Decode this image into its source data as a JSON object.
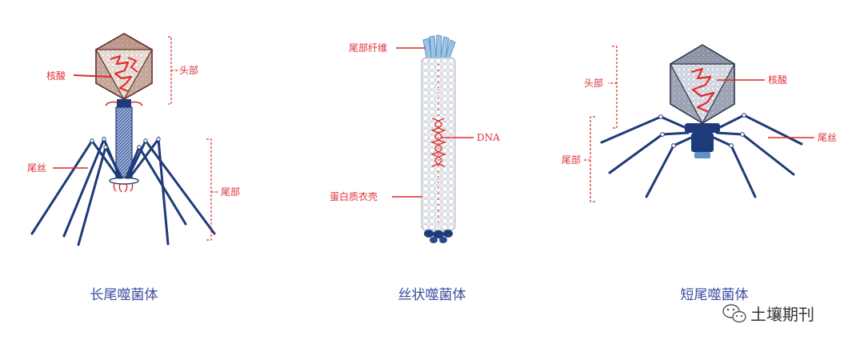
{
  "colors": {
    "label": "#e0303a",
    "caption": "#3a4aa0",
    "navy": "#1f3a7a",
    "capsid_brown": "#8a4a3a",
    "capsid_gray": "#3a4660",
    "filament_tip": "#9cc4e6"
  },
  "long_tail": {
    "caption": "长尾噬菌体",
    "label_nucleic": "核酸",
    "label_head": "头部",
    "label_fiber": "尾丝",
    "label_tail": "尾部"
  },
  "filamentous": {
    "caption": "丝状噬菌体",
    "label_fiber": "尾部纤维",
    "label_dna": "DNA",
    "label_coat": "蛋白质衣壳"
  },
  "short_tail": {
    "caption": "短尾噬菌体",
    "label_head": "头部",
    "label_nucleic": "核酸",
    "label_tail": "尾部",
    "label_fiber": "尾丝"
  },
  "watermark": {
    "text": "土壤期刊",
    "icon": "wechat-icon"
  }
}
